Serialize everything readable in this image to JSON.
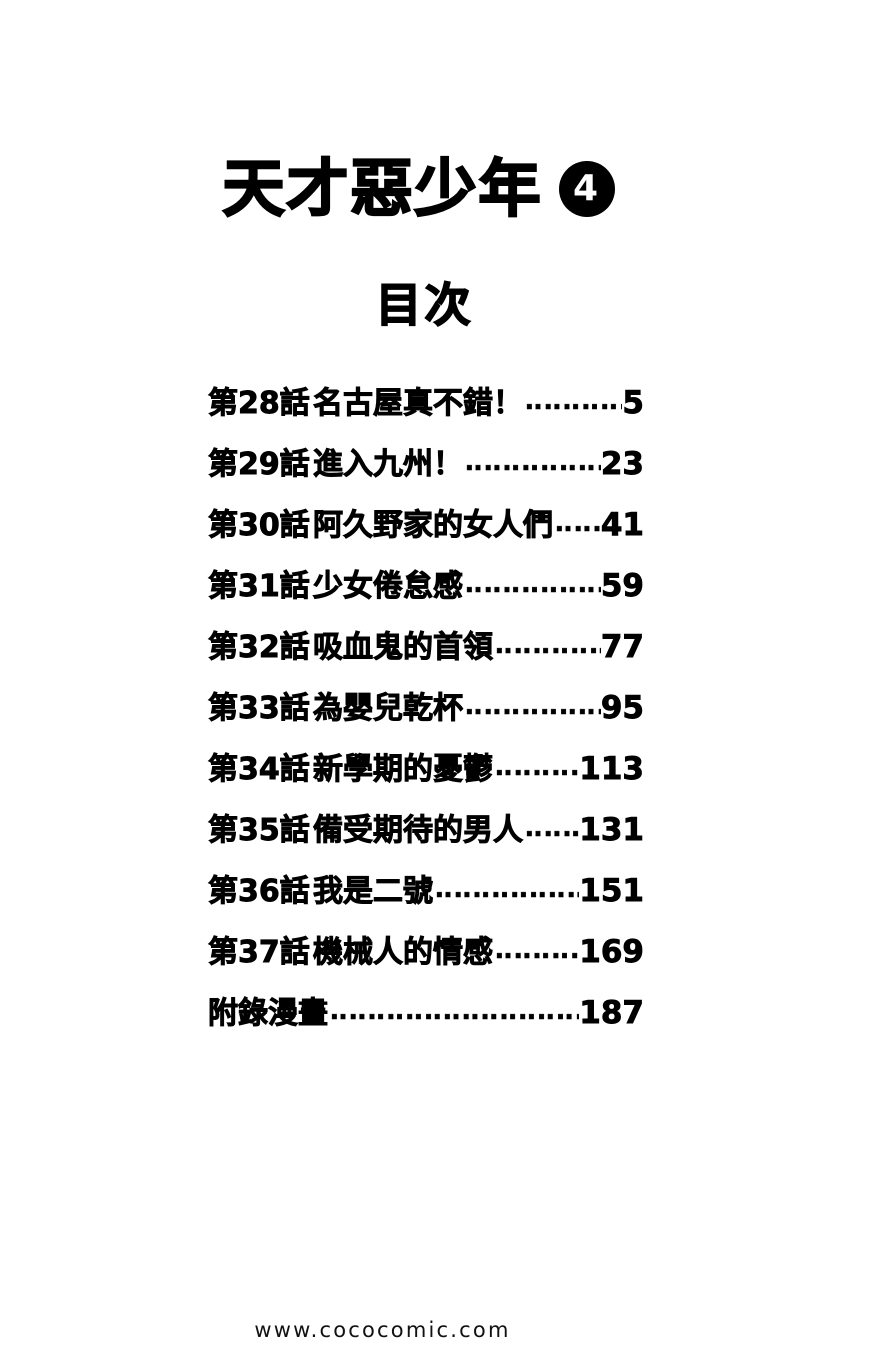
{
  "document": {
    "book_title": "天才惡少年",
    "volume_number": "4",
    "toc_heading": "目次"
  },
  "toc": {
    "entries": [
      {
        "chapter_label": "第28話",
        "chapter_title": "名古屋真不錯！",
        "page": "5",
        "leader": "‥‥‥‥‥‥‥‥‥‥‥‥"
      },
      {
        "chapter_label": "第29話",
        "chapter_title": "進入九州！",
        "page": "23",
        "leader": "‥‥‥‥‥‥‥‥‥‥‥‥‥‥‥‥‥‥"
      },
      {
        "chapter_label": "第30話",
        "chapter_title": "阿久野家的女人們",
        "page": "41",
        "leader": "‥‥‥‥‥‥‥‥"
      },
      {
        "chapter_label": "第31話",
        "chapter_title": "少女倦怠感",
        "page": "59",
        "leader": "‥‥‥‥‥‥‥‥‥‥‥‥‥‥‥‥‥‥"
      },
      {
        "chapter_label": "第32話",
        "chapter_title": "吸血鬼的首領",
        "page": "77",
        "leader": "‥‥‥‥‥‥‥‥‥‥‥‥‥‥‥‥"
      },
      {
        "chapter_label": "第33話",
        "chapter_title": "為嬰兒乾杯",
        "page": "95",
        "leader": "‥‥‥‥‥‥‥‥‥‥‥‥‥‥‥‥‥‥"
      },
      {
        "chapter_label": "第34話",
        "chapter_title": "新學期的憂鬱",
        "page": "113",
        "leader": "‥‥‥‥‥‥‥‥‥‥‥‥‥‥"
      },
      {
        "chapter_label": "第35話",
        "chapter_title": "備受期待的男人",
        "page": "131",
        "leader": "‥‥‥‥‥‥‥‥‥‥‥‥"
      },
      {
        "chapter_label": "第36話",
        "chapter_title": "我是二號",
        "page": "151",
        "leader": "‥‥‥‥‥‥‥‥‥‥‥‥‥‥‥‥‥‥‥‥"
      },
      {
        "chapter_label": "第37話",
        "chapter_title": "機械人的情感",
        "page": "169",
        "leader": "‥‥‥‥‥‥‥‥‥‥‥‥‥‥"
      },
      {
        "chapter_label": "",
        "chapter_title": "附錄漫畫",
        "page": "187",
        "leader": "‥‥‥‥‥‥‥‥‥‥‥‥‥‥‥‥‥‥‥‥‥‥‥‥‥‥‥‥‥‥"
      }
    ]
  },
  "footer": {
    "watermark": "www.cococomic.com"
  },
  "colors": {
    "background": "#ffffff",
    "ink": "#000000",
    "badge_fill": "#000000",
    "badge_text": "#ffffff"
  }
}
